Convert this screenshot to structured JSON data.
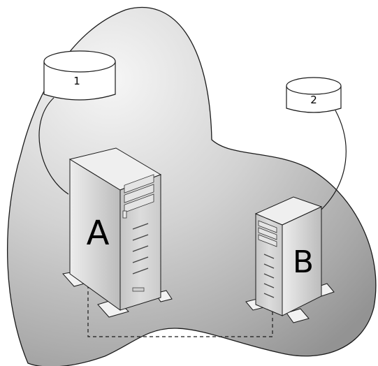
{
  "disks": [
    {
      "label": "1"
    },
    {
      "label": "2"
    }
  ],
  "servers": [
    {
      "label": "A"
    },
    {
      "label": "B"
    }
  ],
  "colors": {
    "outline": "#1a1a1a",
    "cloud_light": "#f4f4f4",
    "cloud_dark": "#9a9a9a",
    "tower_front": "#d2d2d2",
    "tower_side": "#b4b4b4",
    "tower_top": "#ececec"
  }
}
